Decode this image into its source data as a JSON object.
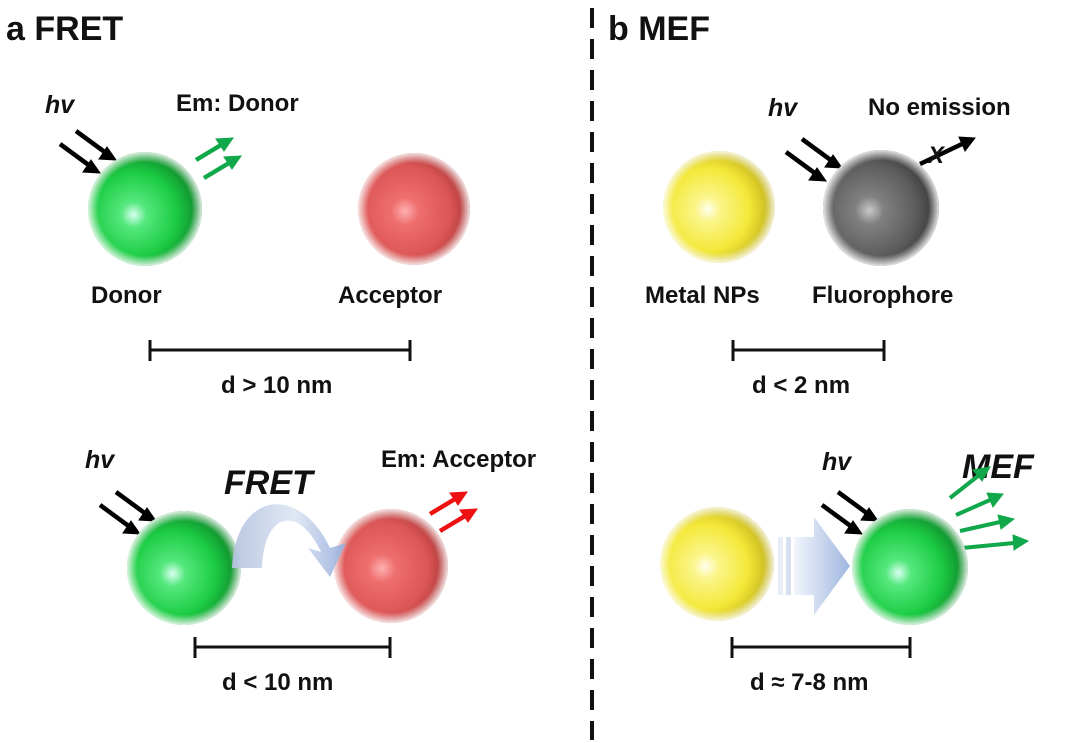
{
  "colors": {
    "green": "#1fd24a",
    "red": "#e05a5a",
    "yellow": "#f6ec3a",
    "gray": "#5f5f5f",
    "arrow_green": "#11a84b",
    "arrow_red": "#ee1111",
    "arrow_black": "#000000",
    "transfer_arrow": "#a9bfe3"
  },
  "panel_a": {
    "letter": "a",
    "title": "FRET",
    "top": {
      "hv": "hv",
      "emission": "Em: Donor",
      "donor": "Donor",
      "acceptor": "Acceptor",
      "distance": "d > 10 nm"
    },
    "bottom": {
      "hv": "hv",
      "process": "FRET",
      "emission": "Em: Acceptor",
      "distance": "d < 10 nm"
    }
  },
  "panel_b": {
    "letter": "b",
    "title": "MEF",
    "top": {
      "hv": "hv",
      "emission": "No emission",
      "blocked_mark": "X",
      "metal": "Metal NPs",
      "fluorophore": "Fluorophore",
      "distance": "d < 2 nm"
    },
    "bottom": {
      "hv": "hv",
      "process": "MEF",
      "distance": "d ≈ 7-8 nm"
    }
  }
}
